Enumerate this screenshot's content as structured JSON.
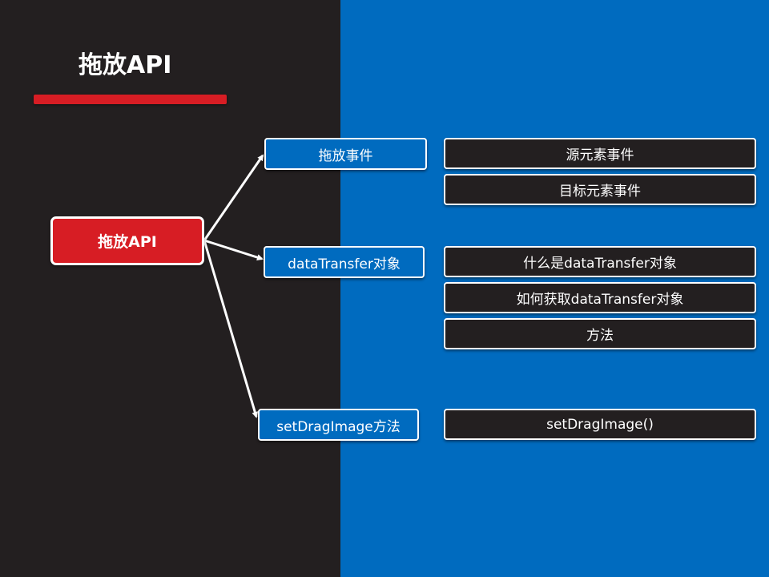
{
  "colors": {
    "left_background": "#231f20",
    "right_background": "#006bbf",
    "accent_red": "#d71d24",
    "connector": "#ffffff"
  },
  "slide": {
    "title": "拖放API"
  },
  "mindmap": {
    "root": "拖放API",
    "branches": [
      {
        "label": "拖放事件",
        "children": [
          "源元素事件",
          "目标元素事件"
        ]
      },
      {
        "label": "dataTransfer对象",
        "children": [
          "什么是dataTransfer对象",
          "如何获取dataTransfer对象",
          "方法"
        ]
      },
      {
        "label": "setDragImage方法",
        "children": [
          "setDragImage()"
        ]
      }
    ]
  }
}
